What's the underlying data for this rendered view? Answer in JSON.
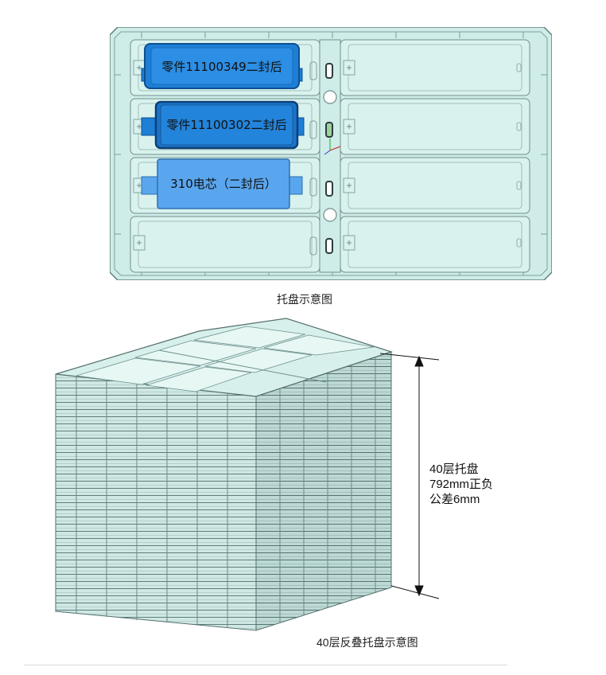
{
  "figure1": {
    "cell_labels": [
      "零件11100349二封后",
      "零件11100302二封后",
      "310电芯（二封后）"
    ],
    "caption": "托盘示意图"
  },
  "figure2": {
    "dimension_lines": [
      "40层托盘",
      "792mm正负",
      "公差6mm"
    ],
    "caption": "40层反叠托盘示意图",
    "layer_count": 40
  },
  "colors": {
    "tray_fill": "#cfece8",
    "tray_stroke": "#5e7f7c",
    "cell_dark": "#1d7fd6",
    "cell_light": "#5aa6ee"
  }
}
